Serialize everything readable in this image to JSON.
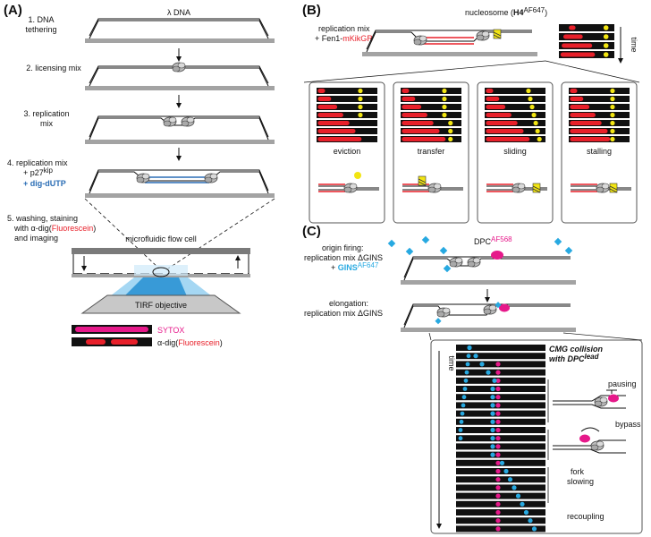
{
  "panels": {
    "a": {
      "label": "(A)",
      "lambda_dna": "λ DNA",
      "steps": [
        "1. DNA",
        "tethering",
        "2. licensing mix",
        "3. replication",
        "mix",
        "4. replication mix",
        "+ p27",
        "kip",
        "+ dig-dUTP"
      ],
      "step5": [
        "5. washing, staining",
        "with α-dig(",
        "Fluorescein",
        ")",
        "and imaging"
      ],
      "flow_cell": "microfluidic flow cell",
      "objective": "TIRF objective",
      "legend": [
        {
          "label": "SYTOX",
          "color": "#e6198a"
        },
        {
          "label_pre": "α-dig(",
          "label_hl": "Fluorescein",
          "label_post": ")",
          "color": "#e8202a"
        }
      ]
    },
    "b": {
      "label": "(B)",
      "nucleosome": "nucleosome (",
      "nucleosome_tag": "H4",
      "nucleosome_sup": "AF647",
      "nucleosome_end": ")",
      "mix_line1": "replication mix",
      "mix_line2_pre": "+ Fen1-",
      "mix_line2_hl": "mKikGR",
      "time": "time",
      "outcomes": [
        "eviction",
        "transfer",
        "sliding",
        "stalling"
      ]
    },
    "c": {
      "label": "(C)",
      "origin": [
        "origin firing:",
        "replication mix ΔGINS",
        "+ ",
        "GINS",
        "AF647"
      ],
      "dpc": "DPC",
      "dpc_sup": "AF568",
      "elongation": [
        "elongation:",
        "replication mix ΔGINS"
      ],
      "collision_title": "CMG collision",
      "collision_sub": "with DPC",
      "collision_sup": "lead",
      "time": "time",
      "phases": [
        "pausing",
        "bypass",
        "fork",
        "slowing",
        "recoupling"
      ]
    }
  },
  "colors": {
    "red": "#e8202a",
    "yellow": "#f2e512",
    "cyan": "#27a9e1",
    "magenta": "#e6198a",
    "blue_text": "#2a6db5",
    "grey_surface": "#a3a3a3"
  },
  "icons": [
    "cmg-helicase-icon",
    "nucleosome-icon",
    "microscope-objective-icon",
    "arrow-down-icon"
  ]
}
